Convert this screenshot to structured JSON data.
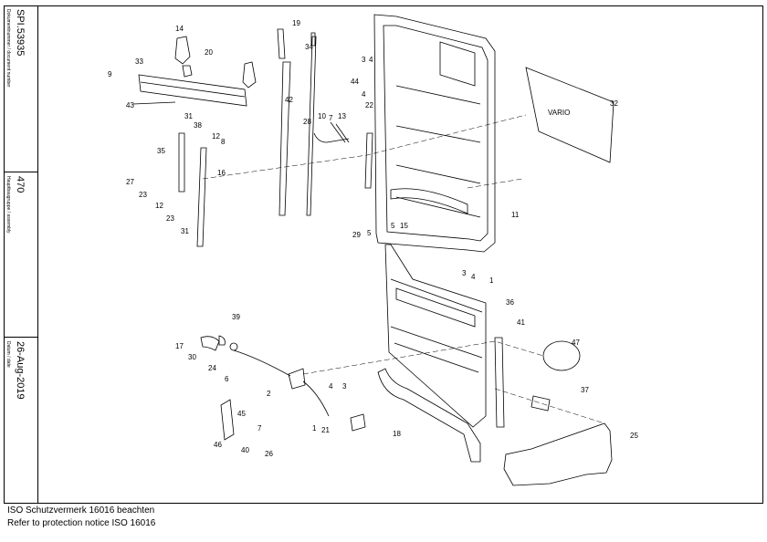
{
  "title_block": {
    "document_label": "Dokumentnummer / document number",
    "document_number": "SPI.53935",
    "assembly_label": "Hauptbaugruppe / assembly",
    "assembly_number": "470",
    "date_label": "Datum / date",
    "date": "26-Aug-2019"
  },
  "notice": {
    "line1": "ISO Schutzvermerk 16016 beachten",
    "line2": "Refer to protection notice ISO 16016"
  },
  "decal_text": "VARIO",
  "callouts": [
    "14",
    "19",
    "20",
    "33",
    "34",
    "9",
    "42",
    "3",
    "4",
    "44",
    "4",
    "22",
    "43",
    "31",
    "38",
    "10",
    "7",
    "13",
    "28",
    "12",
    "8",
    "35",
    "16",
    "27",
    "23",
    "12",
    "23",
    "31",
    "11",
    "32",
    "29",
    "5",
    "5",
    "15",
    "3",
    "4",
    "1",
    "36",
    "41",
    "39",
    "47",
    "17",
    "30",
    "24",
    "6",
    "4",
    "3",
    "2",
    "1",
    "21",
    "45",
    "7",
    "40",
    "26",
    "46",
    "18",
    "37",
    "25"
  ]
}
